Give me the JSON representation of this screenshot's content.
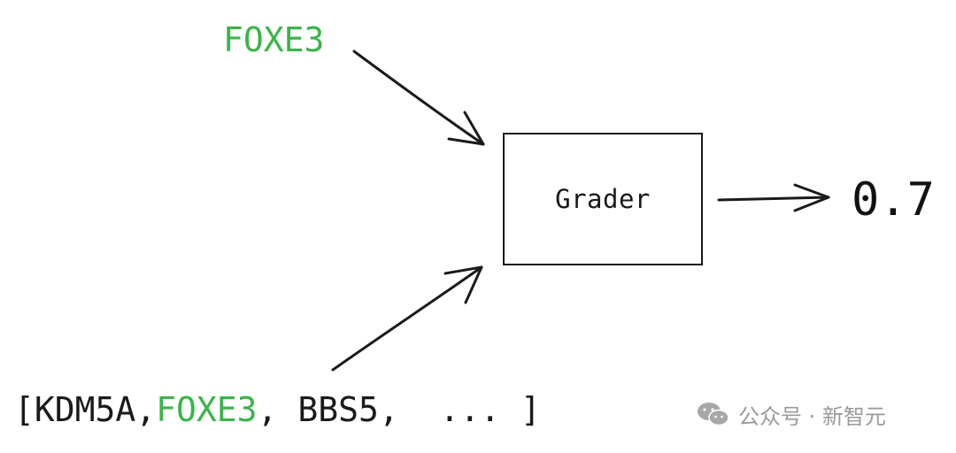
{
  "diagram": {
    "input_gene": {
      "text": "FOXE3",
      "color": "#3cb44b"
    },
    "box": {
      "label": "Grader"
    },
    "output": {
      "value": "0.7"
    },
    "candidates": {
      "open_bracket": "[",
      "items": [
        {
          "text": "KDM5A",
          "color": "#1a1a1a"
        },
        {
          "text": "FOXE3",
          "color": "#3cb44b"
        },
        {
          "text": "BBS5",
          "color": "#1a1a1a"
        },
        {
          "text": "...",
          "color": "#1a1a1a"
        }
      ],
      "close_bracket": "]"
    },
    "arrow_color": "#1a1a1a"
  },
  "watermark": {
    "icon": "wechat-icon",
    "text": "公众号 · 新智元"
  }
}
